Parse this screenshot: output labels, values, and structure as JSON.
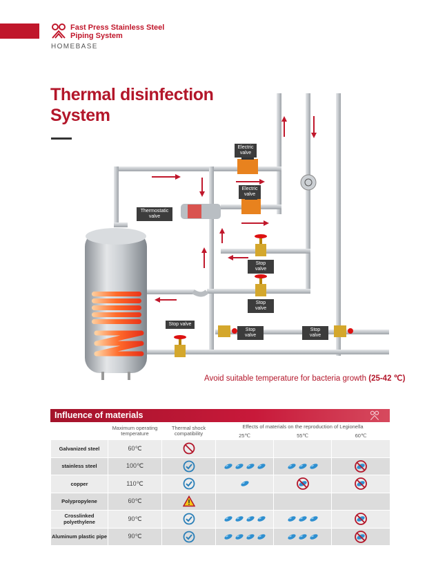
{
  "brand": {
    "line1": "Fast Press Stainless Steel",
    "line2": "Piping System",
    "sub": "HOMEBASE"
  },
  "title": {
    "line1": "Thermal disinfection",
    "line2": "System"
  },
  "diagram": {
    "labels": {
      "electric_valve_1": "Electric valve",
      "electric_valve_2": "Electric valve",
      "thermostatic_valve": "Thermostatic valve",
      "stop_valve_1": "Stop valve",
      "stop_valve_2": "Stop valve",
      "stop_valve_3": "Stop valve",
      "stop_valve_4": "Stop valve",
      "stop_valve_5": "Stop valve"
    }
  },
  "note": {
    "text": "Avoid suitable temperature for bacteria growth",
    "range": "(25-42 ℃)"
  },
  "table": {
    "title": "Influence of materials",
    "headers": {
      "max_temp": "Maximum operating temperature",
      "thermal_shock": "Thermal shock compatibility",
      "effects": "Effects of materials on the reproduction of Legionella",
      "t25": "25℃",
      "t55": "55℃",
      "t60": "60℃"
    },
    "rows": [
      {
        "material": "Galvanized steel",
        "temp": "60℃",
        "shock": "no",
        "c25": 0,
        "c55": 0,
        "c60": "none"
      },
      {
        "material": "stainless steel",
        "temp": "100℃",
        "shock": "yes",
        "c25": 4,
        "c55": 3,
        "c60": "banned"
      },
      {
        "material": "copper",
        "temp": "110℃",
        "shock": "yes",
        "c25": 1,
        "c55": -1,
        "c60": "banned"
      },
      {
        "material": "Polypropylene",
        "temp": "60℃",
        "shock": "warning",
        "c25": 0,
        "c55": 0,
        "c60": "none"
      },
      {
        "material": "Crosslinked polyethylene",
        "temp": "90℃",
        "shock": "yes",
        "c25": 4,
        "c55": 3,
        "c60": "banned"
      },
      {
        "material": "Aluminum plastic pipe",
        "temp": "90℃",
        "shock": "yes",
        "c25": 4,
        "c55": 3,
        "c60": "banned"
      }
    ]
  },
  "colors": {
    "brand_red": "#b3162a",
    "check_blue": "#2a7fb8",
    "bacteria_blue": "#2e8fd0"
  }
}
